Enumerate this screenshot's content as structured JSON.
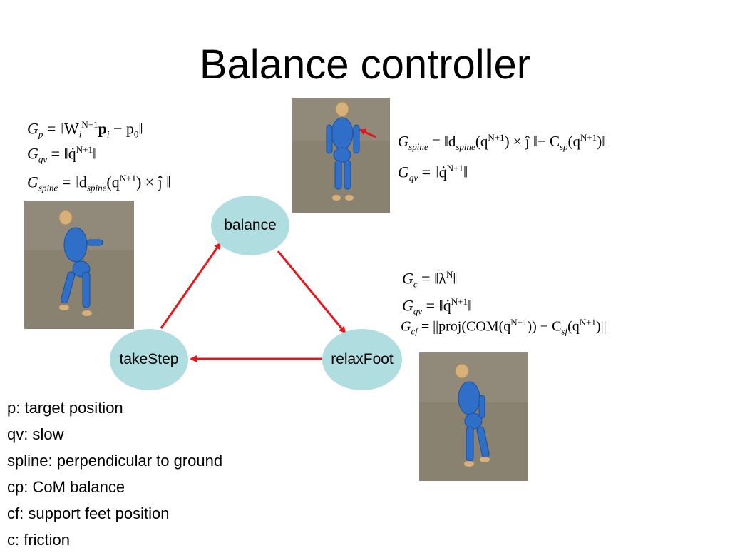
{
  "slide": {
    "title": "Balance controller"
  },
  "nodes": {
    "balance": "balance",
    "relax_foot": "relaxFoot",
    "take_step": "takeStep"
  },
  "equations": {
    "take_step": [
      {
        "lhs_sym": "G",
        "lhs_sub": "p",
        "rhs": "= ‖W",
        "rhs_sub": "i",
        "rhs_sup": "N+1",
        "rest": "p",
        "rest_sub": "i",
        "tail": " − p",
        "tail_sub": "0",
        "end": "‖"
      },
      {
        "lhs_sym": "G",
        "lhs_sub": "qv",
        "rhs": "= ‖q̇",
        "rhs_sup": "N+1",
        "end": "‖"
      },
      {
        "lhs_sym": "G",
        "lhs_sub": "spine",
        "rhs": "= ‖d",
        "rhs_sub": "spine",
        "rest": "(q",
        "rest_sup": "N+1",
        "end": ") × ĵ ‖"
      }
    ],
    "balance": [
      {
        "lhs_sym": "G",
        "lhs_sub": "spine",
        "rhs": "= ‖d",
        "rhs_sub": "spine",
        "rest": "(q",
        "rest_sup": "N+1",
        "tail": ") × ĵ ‖− C",
        "tail_sub": "sp",
        "end_a": "(q",
        "end_sup": "N+1",
        "end_b": ")‖"
      },
      {
        "lhs_sym": "G",
        "lhs_sub": "qv",
        "rhs": "= ‖q̇",
        "rhs_sup": "N+1",
        "end": "‖"
      }
    ],
    "relax_foot": [
      {
        "lhs_sym": "G",
        "lhs_sub": "c",
        "rhs": "= ‖λ",
        "rhs_sup": "N",
        "end": "‖"
      },
      {
        "lhs_sym": "G",
        "lhs_sub": "qv",
        "rhs": "= ‖q̇",
        "rhs_sup": "N+1",
        "end": "‖"
      },
      {
        "lhs_sym": "G",
        "lhs_sub": "cf",
        "rhs": "= ||proj(COM(q",
        "rhs_sup": "N+1",
        "rest": ")) − C",
        "rest_sub": "sf",
        "tail": "(q",
        "tail_sup": "N+1",
        "end": ")||"
      }
    ]
  },
  "legend": [
    "p: target position",
    "qv: slow",
    "spline: perpendicular to ground",
    "cp: CoM balance",
    "cf: support feet position",
    "c: friction"
  ],
  "colors": {
    "node_fill": "#b0dde0",
    "arrow": "#e8161b",
    "ground": "#8a8270",
    "figure": "#2f6fc8",
    "skin": "#d8b07a"
  }
}
